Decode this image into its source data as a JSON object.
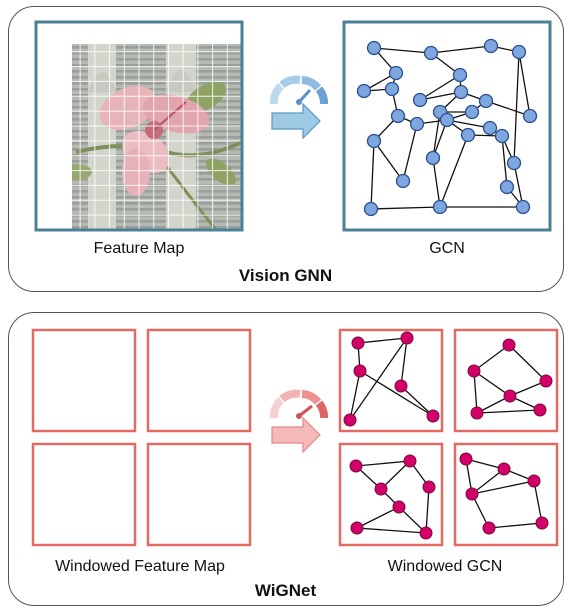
{
  "top_panel": {
    "title": "Vision GNN",
    "left_label": "Feature Map",
    "right_label": "GCN",
    "node_color": "#7ea6e0",
    "border_color": "#4a8196",
    "arrow_color": "#9ecae6"
  },
  "bottom_panel": {
    "title": "WiGNet",
    "left_label": "Windowed Feature Map",
    "right_label": "Windowed GCN",
    "node_color": "#d3006a",
    "border_color": "#e26a63",
    "arrow_color": "#f6b9b9"
  }
}
